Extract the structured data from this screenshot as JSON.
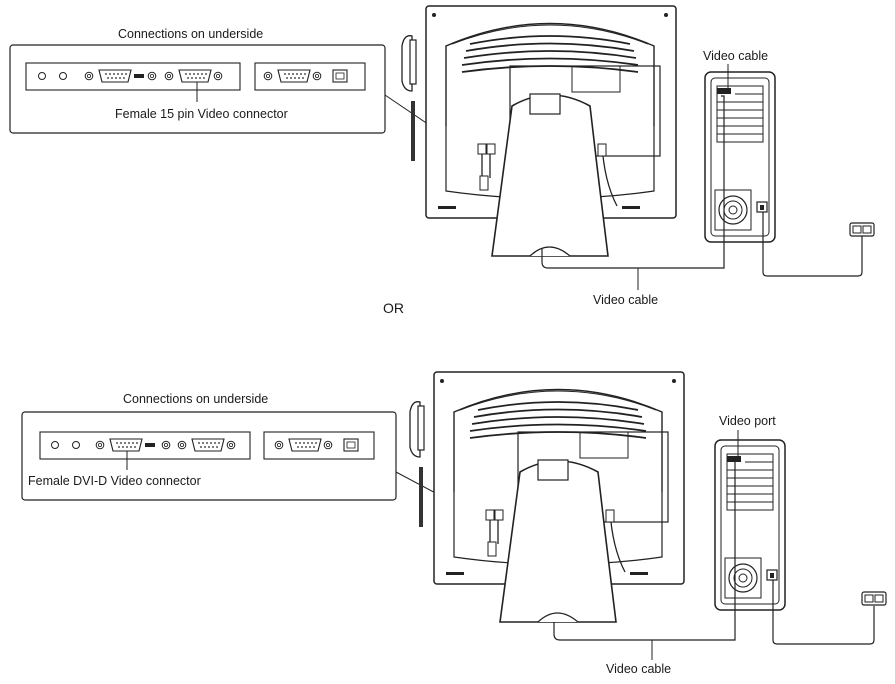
{
  "top_panel": {
    "inset_title": "Connections on underside",
    "connector_label": "Female 15 pin Video connector",
    "computer_cable_label": "Video cable",
    "bottom_cable_label": "Video cable"
  },
  "separator": {
    "label": "OR"
  },
  "bottom_panel": {
    "inset_title": "Connections on underside",
    "connector_label": "Female DVI-D Video connector",
    "computer_port_label": "Video port",
    "bottom_cable_label": "Video cable"
  }
}
